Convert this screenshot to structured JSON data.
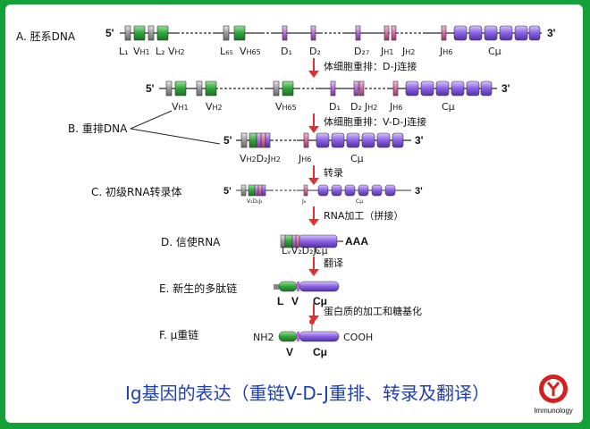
{
  "sections": {
    "a": "A. 胚系DNA",
    "b": "B. 重排DNA",
    "c": "C. 初级RNA转录体",
    "d": "D. 信使RNA",
    "e": "E. 新生的多肽链",
    "f": "F. μ重链"
  },
  "ends": {
    "five": "5'",
    "three": "3'"
  },
  "row1_labels": {
    "l1": "L₁",
    "v1": "V",
    "v1sub": "H1",
    "l2": "L₂",
    "v2": "V",
    "v2sub": "H2",
    "l65": "L₆₅",
    "v65": "V",
    "v65sub": "H65",
    "d1": "D₁",
    "d2": "D₂",
    "d27": "D₂₇",
    "jh1": "J",
    "jh1sub": "H1",
    "jh2": "J",
    "jh2sub": "H2",
    "jh6": "J",
    "jh6sub": "H6",
    "cmu": "Cμ"
  },
  "row2_labels": {
    "v1": "V",
    "v1sub": "H1",
    "v2": "V",
    "v2sub": "H2",
    "v65": "V",
    "v65sub": "H65",
    "d1": "D₁",
    "d2": "D₂",
    "jh2": "J",
    "jh2sub": "H2",
    "jh6": "J",
    "jh6sub": "H6",
    "cmu": "Cμ"
  },
  "row3_labels": {
    "vdj": "V",
    "vdjsub": "H2",
    "d": "D₂",
    "j": "J",
    "jsub": "H2",
    "jh6": "J",
    "jh6sub": "H6",
    "cmu": "Cμ"
  },
  "row4_labels": {
    "vdj": "V₂D₂J₂",
    "jh6": "J₆",
    "cmu": "Cμ"
  },
  "row5_labels": {
    "ldj": "LᵥV₂D₂J₂",
    "cmu": "Cμ",
    "aaa": "AAA"
  },
  "row6_labels": {
    "l": "L",
    "v": "V",
    "cmu": "Cμ"
  },
  "row7_labels": {
    "nh2": "NH2",
    "v": "V",
    "cmu": "Cμ",
    "cooh": "COOH"
  },
  "steps": {
    "s1": "体细胞重排：D-J连接",
    "s2": "体细胞重排：V-D-J连接",
    "s3": "转录",
    "s4": "RNA加工（拼接）",
    "s5": "翻译",
    "s6": "蛋白质的加工和糖基化"
  },
  "caption": "Ig基因的表达（重链V-D-J重排、转录及翻译）",
  "logo": {
    "text": "Immunology"
  },
  "colors": {
    "green": "#2fa53a",
    "purple": "#8a5fe0",
    "pink": "#d26aa0",
    "gray": "#8b8b8b",
    "red": "#e03030",
    "blue": "#1f3fb0"
  }
}
